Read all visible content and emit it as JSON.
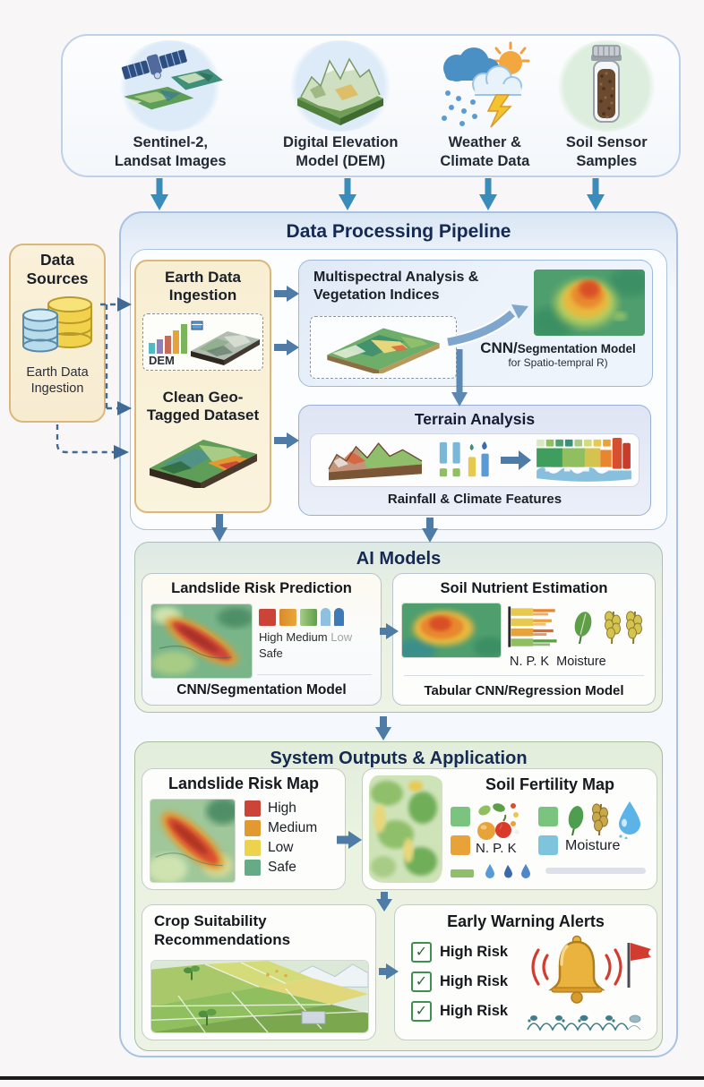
{
  "colors": {
    "arrow_teal": "#3a8cba",
    "arrow_steel": "#4e7ca6",
    "risk_high": "#cc4437",
    "risk_medium": "#e2992f",
    "risk_low": "#ecd24d",
    "risk_safe": "#64ab86",
    "npk_green": "#7cb45e",
    "npk_orange": "#e8a23a",
    "moisture_blue": "#7fc4dd",
    "pill_light_blue": "#8fc0dd",
    "pill_blue": "#3f7ab8"
  },
  "sources": {
    "items": [
      {
        "icon": "satellite-imagery-icon",
        "label": "Sentinel-2,\nLandsat Images"
      },
      {
        "icon": "dem-terrain-icon",
        "label": "Digital Elevation\nModel (DEM)"
      },
      {
        "icon": "weather-icon",
        "label": "Weather &\nClimate Data"
      },
      {
        "icon": "soil-sample-icon",
        "label": "Soil Sensor\nSamples"
      }
    ]
  },
  "pipeline": {
    "title": "Data Processing Pipeline",
    "data_sources": {
      "title": "Data\nSources",
      "caption": "Earth Data\nIngestion"
    },
    "earth": {
      "title": "Earth Data\nIngestion",
      "dem_label": "DEM",
      "clean_title": "Clean Geo-\nTagged Dataset"
    },
    "multispectral": {
      "title": "Multispectral Analysis &\nVegetation Indices",
      "model_bold": "CNN/",
      "model_rest": "Segmentation Model",
      "model_sub": "for Spatio-tempral R)"
    },
    "terrain": {
      "title": "Terrain Analysis",
      "caption": "Rainfall & Climate Features"
    }
  },
  "ai": {
    "title": "AI Models",
    "landslide": {
      "title": "Landslide Risk Prediction",
      "legend_high": "High",
      "legend_medium": "Medium",
      "legend_low": "Low",
      "legend_safe": "Safe",
      "model": "CNN/Segmentation Model"
    },
    "soil": {
      "title": "Soil Nutrient Estimation",
      "npk_label": "N. P. K",
      "moisture_label": "Moisture",
      "model": "Tabular CNN/Regression Model"
    }
  },
  "outputs": {
    "title": "System Outputs & Application",
    "risk_map": {
      "title": "Landslide Risk Map",
      "legend": [
        {
          "label": "High",
          "color": "#cc4437"
        },
        {
          "label": "Medium",
          "color": "#e2992f"
        },
        {
          "label": "Low",
          "color": "#ecd24d"
        },
        {
          "label": "Safe",
          "color": "#64ab86"
        }
      ]
    },
    "fertility": {
      "title": "Soil Fertility Map",
      "npk_label": "N. P. K",
      "moisture_label": "Moisture"
    },
    "crop": {
      "title": "Crop Suitability\nRecommendations"
    },
    "alerts": {
      "title": "Early Warning Alerts",
      "items": [
        {
          "label": "High Risk"
        },
        {
          "label": "High Risk"
        },
        {
          "label": "High Risk"
        }
      ]
    }
  }
}
